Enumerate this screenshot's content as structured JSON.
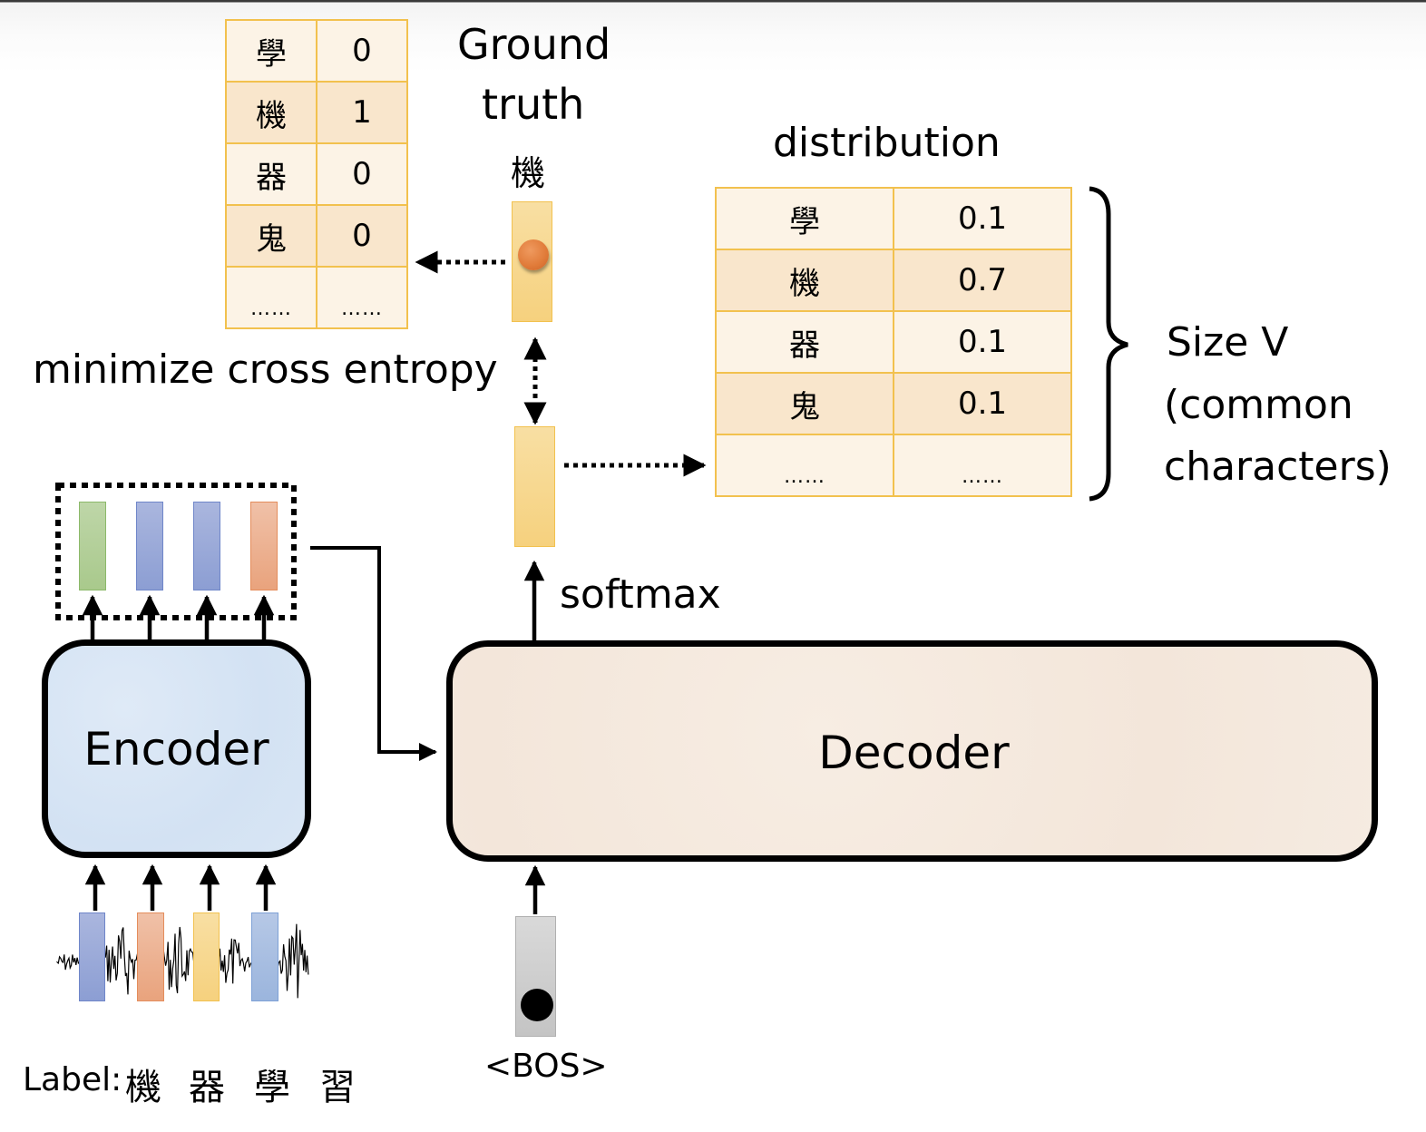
{
  "ground_truth": {
    "title_line1": "Ground",
    "title_line2": "truth",
    "token": "機",
    "table": [
      {
        "char": "學",
        "value": "0"
      },
      {
        "char": "機",
        "value": "1"
      },
      {
        "char": "器",
        "value": "0"
      },
      {
        "char": "鬼",
        "value": "0"
      },
      {
        "char": "……",
        "value": "……"
      }
    ]
  },
  "distribution": {
    "title": "distribution",
    "table": [
      {
        "char": "學",
        "value": "0.1"
      },
      {
        "char": "機",
        "value": "0.7"
      },
      {
        "char": "器",
        "value": "0.1"
      },
      {
        "char": "鬼",
        "value": "0.1"
      },
      {
        "char": "……",
        "value": "……"
      }
    ]
  },
  "brace_label": {
    "line1": "Size V",
    "line2": "(common",
    "line3": "characters)"
  },
  "loss_label": "minimize cross entropy",
  "softmax_label": "softmax",
  "encoder_label": "Encoder",
  "decoder_label": "Decoder",
  "bos_label": "<BOS>",
  "input_label": {
    "prefix": "Label:",
    "chars": [
      "機",
      "器",
      "學",
      "習"
    ]
  },
  "colors": {
    "table_border": "#f2c14e",
    "table_row_light": "#fcf3e6",
    "table_row_dark": "#f9e6cc",
    "encoder_fill": "#d3e2f3",
    "decoder_fill": "#f3e6da",
    "one_hot_dot": "#e07a38"
  }
}
